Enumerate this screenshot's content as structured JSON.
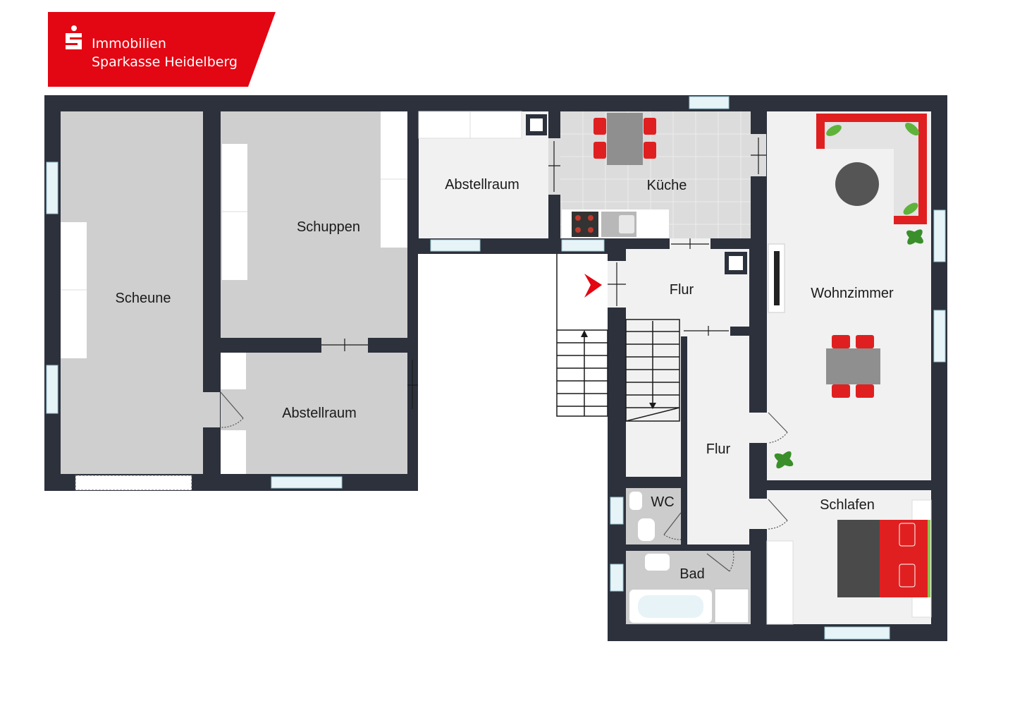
{
  "logo": {
    "symbol": "sparkasse-s-icon",
    "line1": "Immobilien",
    "line2": "Sparkasse Heidelberg",
    "color": "#e30613"
  },
  "colors": {
    "wall": "#2c313c",
    "storage_floor": "#cfcfcf",
    "living_floor": "#f1f1f1",
    "tile_floor": "#dcdcdc",
    "window": "#e6f4f8",
    "furniture_red": "#e02020",
    "plant_green": "#3a8f2a"
  },
  "rooms": {
    "scheune": "Scheune",
    "schuppen": "Schuppen",
    "abstellraum_1": "Abstellraum",
    "abstellraum_2": "Abstellraum",
    "kueche": "Küche",
    "flur_1": "Flur",
    "flur_2": "Flur",
    "wohnzimmer": "Wohnzimmer",
    "schlafen": "Schlafen",
    "wc": "WC",
    "bad": "Bad"
  },
  "markers": {
    "entrance": "entrance-arrow-icon"
  }
}
